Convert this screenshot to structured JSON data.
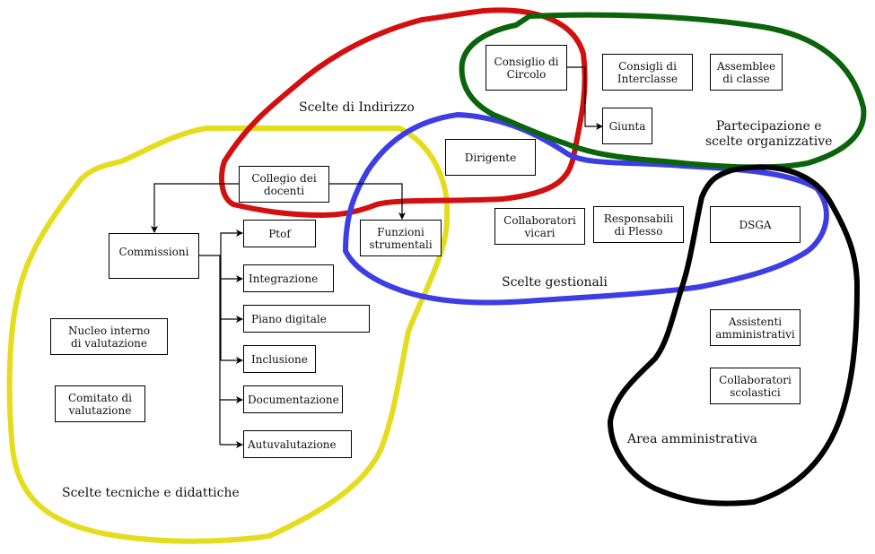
{
  "diagram": {
    "language": "it",
    "regions": [
      {
        "id": "tecniche",
        "label": "Scelte tecniche e didattiche",
        "color": "#e6dc1e"
      },
      {
        "id": "indirizzo",
        "label": "Scelte di Indirizzo",
        "color": "#d40f0f"
      },
      {
        "id": "gestionali",
        "label": "Scelte gestionali",
        "color": "#3d3de6"
      },
      {
        "id": "partecipazione",
        "label": "Partecipazione e\nscelte organizzative",
        "color": "#0a640a"
      },
      {
        "id": "amministrativa",
        "label": "Area amministrativa",
        "color": "#000000"
      }
    ],
    "nodes": {
      "consiglio_circolo": "Consiglio di\nCircolo",
      "consigli_interclasse": "Consigli di\nInterclasse",
      "assemblee_classe": "Assemblee\ndi classe",
      "giunta": "Giunta",
      "dirigente": "Dirigente",
      "collegio_docenti": "Collegio dei\ndocenti",
      "funzioni_strumentali": "Funzioni\nstrumentali",
      "commissioni": "Commissioni",
      "ptof": "Ptof",
      "integrazione": "Integrazione",
      "piano_digitale": "Piano digitale",
      "inclusione": "Inclusione",
      "documentazione": "Documentazione",
      "autuvalutazione": "Autuvalutazione",
      "nucleo_interno": "Nucleo interno\ndi valutazione",
      "comitato_valutazione": "Comitato di\nvalutazione",
      "collaboratori_vicari": "Collaboratori\nvicari",
      "responsabili_plesso": "Responsabili\ndi Plesso",
      "dsga": "DSGA",
      "assistenti_amministrativi": "Assistenti\namministrativi",
      "collaboratori_scolastici": "Collaboratori\nscolastici"
    },
    "edges": [
      {
        "from": "Consiglio di Circolo",
        "to": "Giunta"
      },
      {
        "from": "Collegio dei docenti",
        "to": "Commissioni"
      },
      {
        "from": "Collegio dei docenti",
        "to": "Funzioni strumentali"
      },
      {
        "from": "Commissioni",
        "to": "Ptof"
      },
      {
        "from": "Commissioni",
        "to": "Integrazione"
      },
      {
        "from": "Commissioni",
        "to": "Piano digitale"
      },
      {
        "from": "Commissioni",
        "to": "Inclusione"
      },
      {
        "from": "Commissioni",
        "to": "Documentazione"
      },
      {
        "from": "Commissioni",
        "to": "Autuvalutazione"
      }
    ]
  }
}
